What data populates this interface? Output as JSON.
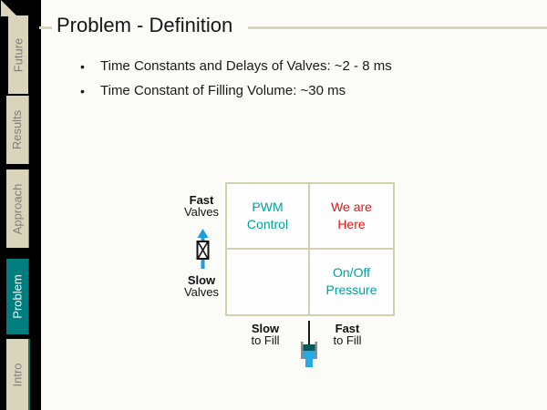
{
  "slide": {
    "title": "Problem - Definition"
  },
  "sidebar": {
    "future": {
      "label": "Future"
    },
    "tabs": [
      {
        "label": "Results",
        "active": false
      },
      {
        "label": "Approach",
        "active": false
      },
      {
        "label": "Problem",
        "active": true
      },
      {
        "label": "Intro",
        "active": false
      }
    ]
  },
  "bullets": [
    {
      "text": "Time Constants and Delays of Valves: ~2 - 8 ms"
    },
    {
      "text": "Time Constant of Filling Volume: ~30 ms"
    }
  ],
  "matrix": {
    "cells": [
      {
        "line1": "PWM",
        "line2": "Control",
        "color": "#00A0A1"
      },
      {
        "line1": "We are",
        "line2": "Here",
        "color": "#EE1111"
      },
      {
        "line1": "",
        "line2": "",
        "color": ""
      },
      {
        "line1": "On/Off",
        "line2": "Pressure",
        "color": "#00A0A1"
      }
    ],
    "row_labels": [
      {
        "bold": "Fast",
        "rest": "Valves"
      },
      {
        "bold": "Slow",
        "rest": "Valves"
      }
    ],
    "col_labels": [
      {
        "bold": "Slow",
        "rest": "to Fill"
      },
      {
        "bold": "Fast",
        "rest": "to Fill"
      }
    ]
  },
  "icons": {
    "valve": "valve-with-up-arrow-icon",
    "piston": "cylinder-filling-icon"
  },
  "colors": {
    "sidebar_bg": "#000000",
    "tab_beige": "#D8D5BA",
    "tab_text_gray": "#7E7E7E",
    "active_tab_teal": "#007D7E",
    "rule_beige": "#D8D5BA",
    "matrix_border": "#D3D0B2",
    "text_teal": "#00A0A1",
    "text_red": "#EE1111",
    "arrow_blue": "#1F9CD9",
    "piston_dark_teal": "#055A5E",
    "fluid_cyan": "#29A9E1"
  }
}
